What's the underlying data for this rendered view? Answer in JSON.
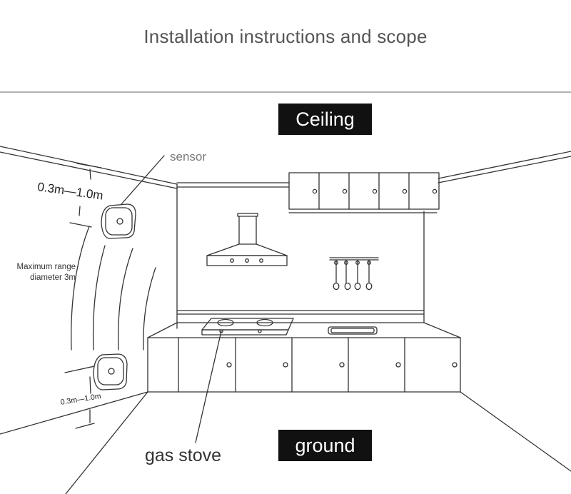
{
  "header": {
    "title": "Installation instructions and scope"
  },
  "labels": {
    "ceiling": "Ceiling",
    "ground": "ground",
    "sensor": "sensor",
    "range_line1": "Maximum range",
    "range_line2": "diameter 3m",
    "gas_stove": "gas stove",
    "distance_upper": "0.3m—1.0m",
    "distance_lower": "0.3m—1.0m"
  },
  "icons": [
    "sensor-device-icon",
    "range-hood-icon",
    "utensil-rack-icon",
    "stove-icon",
    "sink-icon"
  ],
  "colors": {
    "title": "#555555",
    "label_bg": "#111111",
    "label_text": "#ffffff",
    "line": "#333333"
  }
}
